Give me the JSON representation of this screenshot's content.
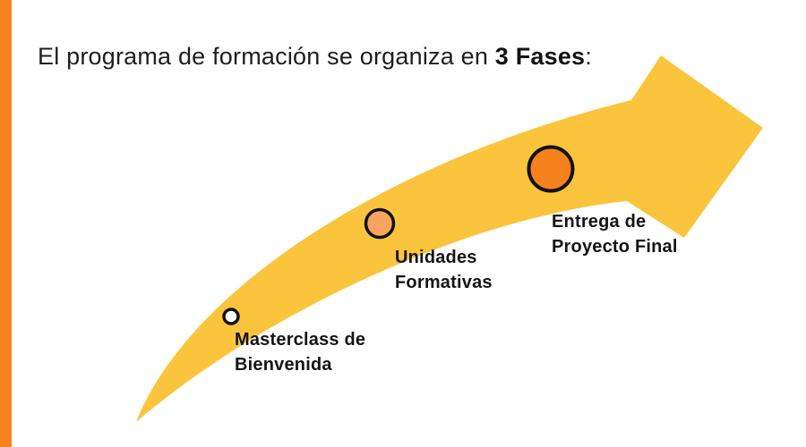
{
  "title": {
    "text_regular": "El programa de formación se organiza en ",
    "text_bold": "3 Fases",
    "text_suffix": ":"
  },
  "accent_bar": {
    "color": "#F8831D"
  },
  "arrow": {
    "shape": "curved-swoosh-arrow",
    "direction": "up-right",
    "color": "#FBC43D"
  },
  "phases": [
    {
      "label": "Masterclass de Bienvenida",
      "marker": {
        "fill": "#FFFFFF",
        "border": "#111111",
        "size": "small"
      }
    },
    {
      "label": "Unidades Formativas",
      "marker": {
        "fill": "#F9A45E",
        "border": "#111111",
        "size": "medium"
      }
    },
    {
      "label": "Entrega de Proyecto Final",
      "marker": {
        "fill": "#F6821D",
        "border": "#111111",
        "size": "large"
      }
    }
  ]
}
